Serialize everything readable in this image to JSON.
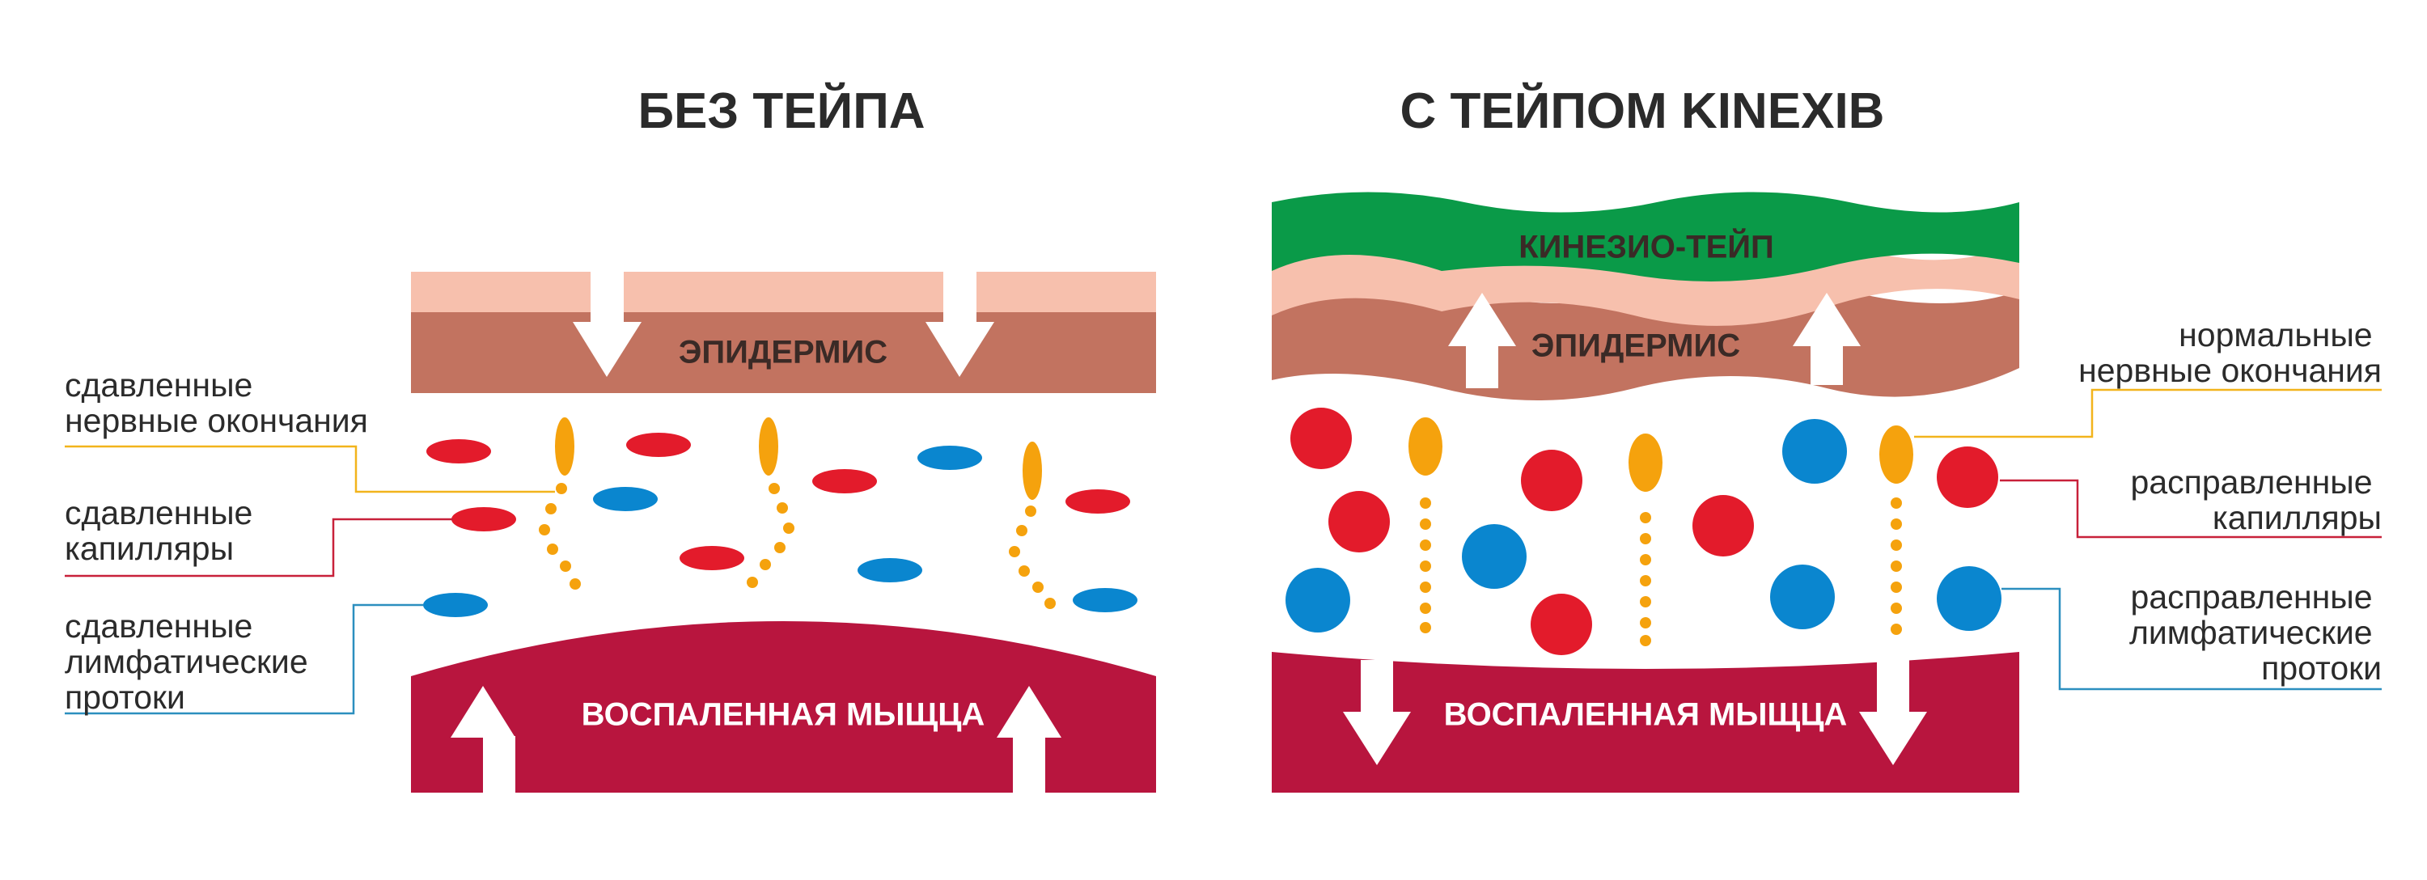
{
  "left_panel": {
    "title": "БЕЗ ТЕЙПА",
    "epidermis_label": "ЭПИДЕРМИС",
    "muscle_label": "ВОСПАЛЕННАЯ МЫЩЦА",
    "callouts": {
      "nerves": [
        "сдавленные",
        "нервные окончания"
      ],
      "capillaries": [
        "сдавленные",
        "капилляры"
      ],
      "lymph": [
        "сдавленные",
        "лимфатические",
        "протоки"
      ]
    }
  },
  "right_panel": {
    "title": "С ТЕЙПОМ KINEXIB",
    "tape_label": "КИНЕЗИО-ТЕЙП",
    "epidermis_label": "ЭПИДЕРМИС",
    "muscle_label": "ВОСПАЛЕННАЯ МЫЩЦА",
    "callouts": {
      "nerves": [
        "нормальные",
        "нервные окончания"
      ],
      "capillaries": [
        "расправленные",
        "капилляры"
      ],
      "lymph": [
        "расправленные",
        "лимфатические",
        "протоки"
      ]
    }
  },
  "colors": {
    "skin_top": "#f7c0ad",
    "epidermis": "#c27360",
    "muscle": "#b8153e",
    "tape": "#0a9a48",
    "capillary": "#e31b2b",
    "lymph": "#0a86cf",
    "nerve": "#f5a20d",
    "nerve_line": "#f2b41c",
    "capillary_line": "#c8213a",
    "lymph_line": "#2c8fbf"
  }
}
